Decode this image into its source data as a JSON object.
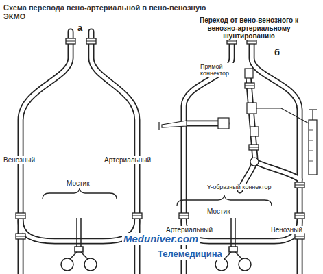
{
  "diagram": {
    "title": "Схема перевода вено-артериальной в вено-венозную ЭКМО",
    "labels": [
      "а",
      "Венозный",
      "Артериальный",
      "Мостик",
      "Переход от вено-венозного к венозно-артериальному шунтированию",
      "б",
      "Прямой коннектор",
      "Y-образный коннектор",
      "Мостик",
      "Артериальный",
      "Венозный",
      "Meduniver.com",
      "Телемедицина"
    ]
  }
}
